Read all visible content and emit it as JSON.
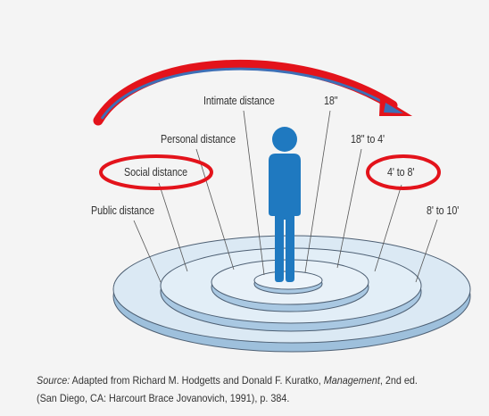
{
  "diagram": {
    "left_labels": {
      "intimate": "Intimate distance",
      "personal": "Personal distance",
      "social": "Social distance",
      "public": "Public distance"
    },
    "right_labels": {
      "intimate": "18\"",
      "personal": "18\" to 4'",
      "social": "4' to 8'",
      "public": "8' to 10'"
    },
    "colors": {
      "highlight": "#e3131b",
      "arrow_inner": "#3d6fb6",
      "figure": "#1f79c0",
      "disc_top": "#dbe9f4",
      "disc_edge": "#9ec0dc",
      "disc_outline": "#4d5f73"
    }
  },
  "source": {
    "prefix": "Source:",
    "text_before_title": " Adapted from Richard M. Hodgetts and Donald F. Kuratko, ",
    "book_title": "Management",
    "text_after_title": ", 2nd ed.",
    "line2": "(San Diego, CA: Harcourt Brace Jovanovich, 1991), p. 384."
  }
}
